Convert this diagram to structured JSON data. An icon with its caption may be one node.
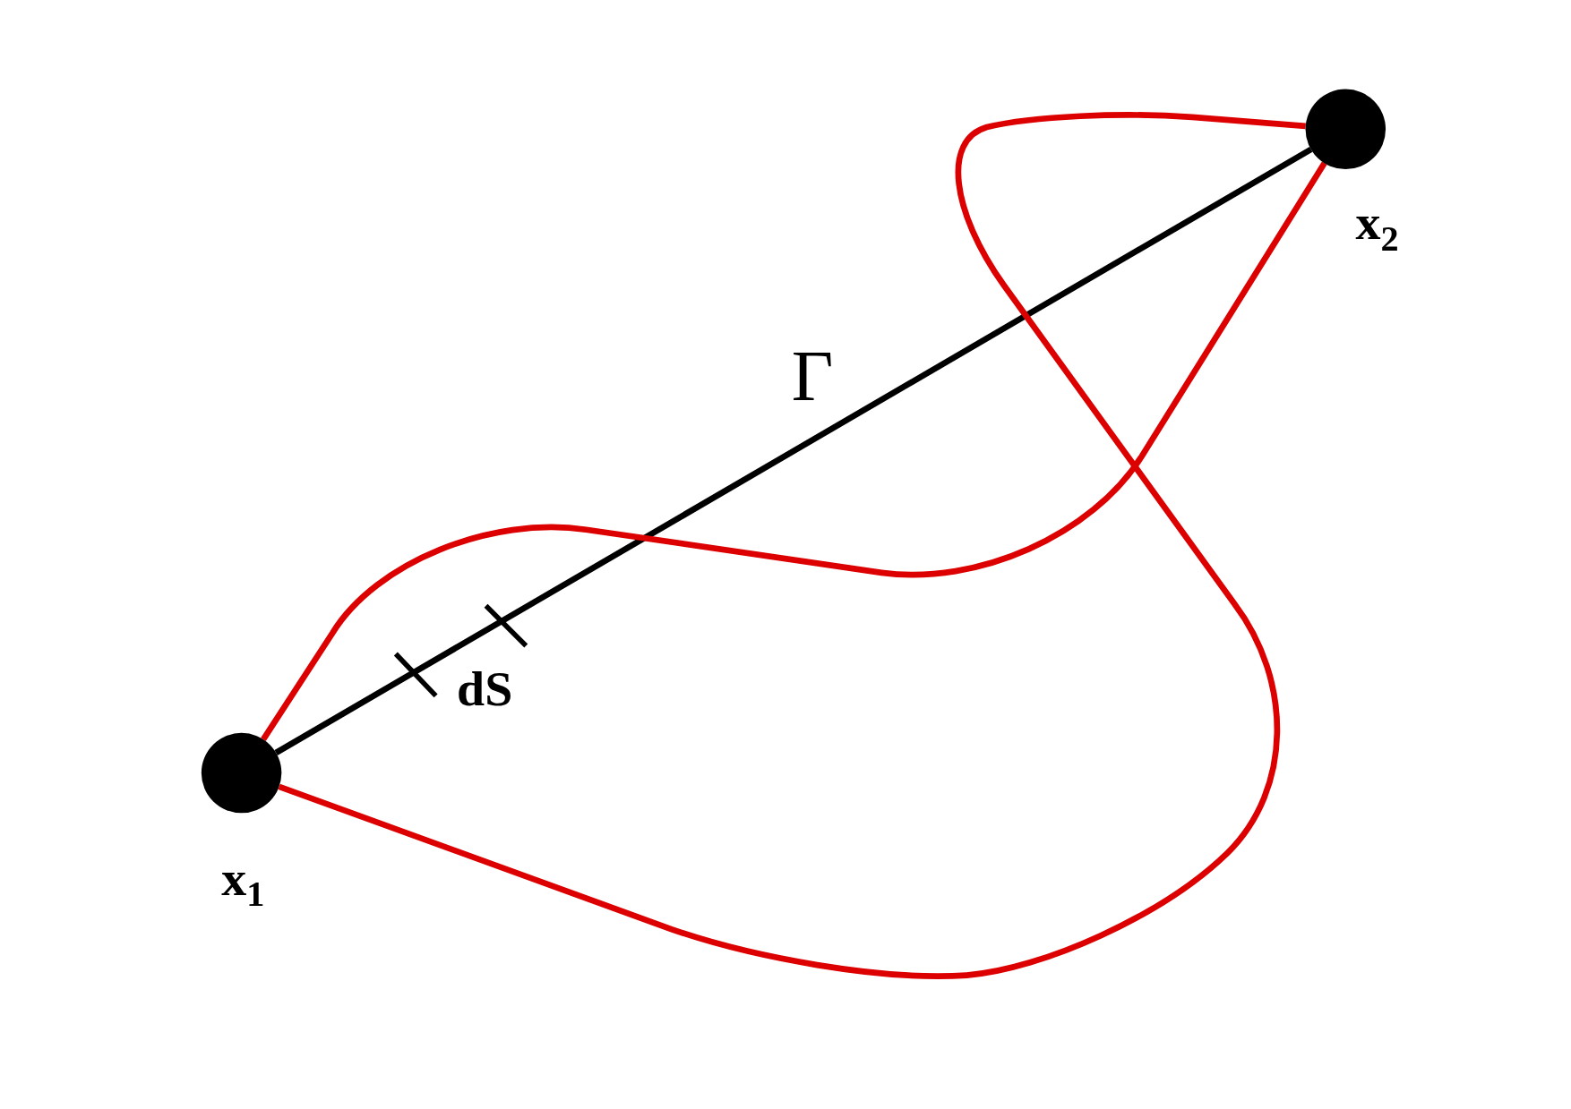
{
  "diagram": {
    "nodes": [
      {
        "text": [],
        "shape": "circle",
        "beside": [
          "x$_{1}$"
        ]
      },
      {
        "text": [],
        "shape": "circle",
        "beside": [
          "x$_{2}$"
        ]
      }
    ],
    "edges": [
      {
        "from": 0,
        "to": 1,
        "arrow": "none",
        "label": "Γ",
        "color": "#000000"
      },
      {
        "from": 0,
        "to": 1,
        "arrow": "none",
        "color": "#dd0000"
      },
      {
        "from": 0,
        "to": 1,
        "arrow": "none",
        "color": "#dd0000"
      }
    ],
    "labels": [
      "dS"
    ]
  }
}
